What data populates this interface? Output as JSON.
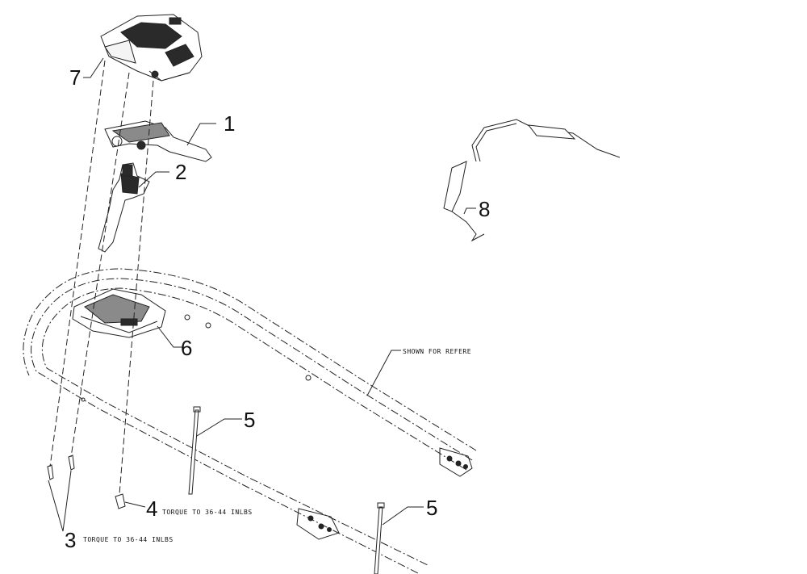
{
  "callouts": {
    "c1": "1",
    "c2": "2",
    "c3": "3",
    "c4": "4",
    "c5a": "5",
    "c5b": "5",
    "c6": "6",
    "c7": "7",
    "c8": "8"
  },
  "notes": {
    "torque_3": "TORQUE TO 36-44 INLBS",
    "torque_4": "TORQUE TO 36-44 INLBS",
    "reference": "SHOWN FOR REFERE"
  },
  "colors": {
    "line": "#222222",
    "fill_dark": "#2a2a2a",
    "fill_mid": "#8a8a8a"
  }
}
